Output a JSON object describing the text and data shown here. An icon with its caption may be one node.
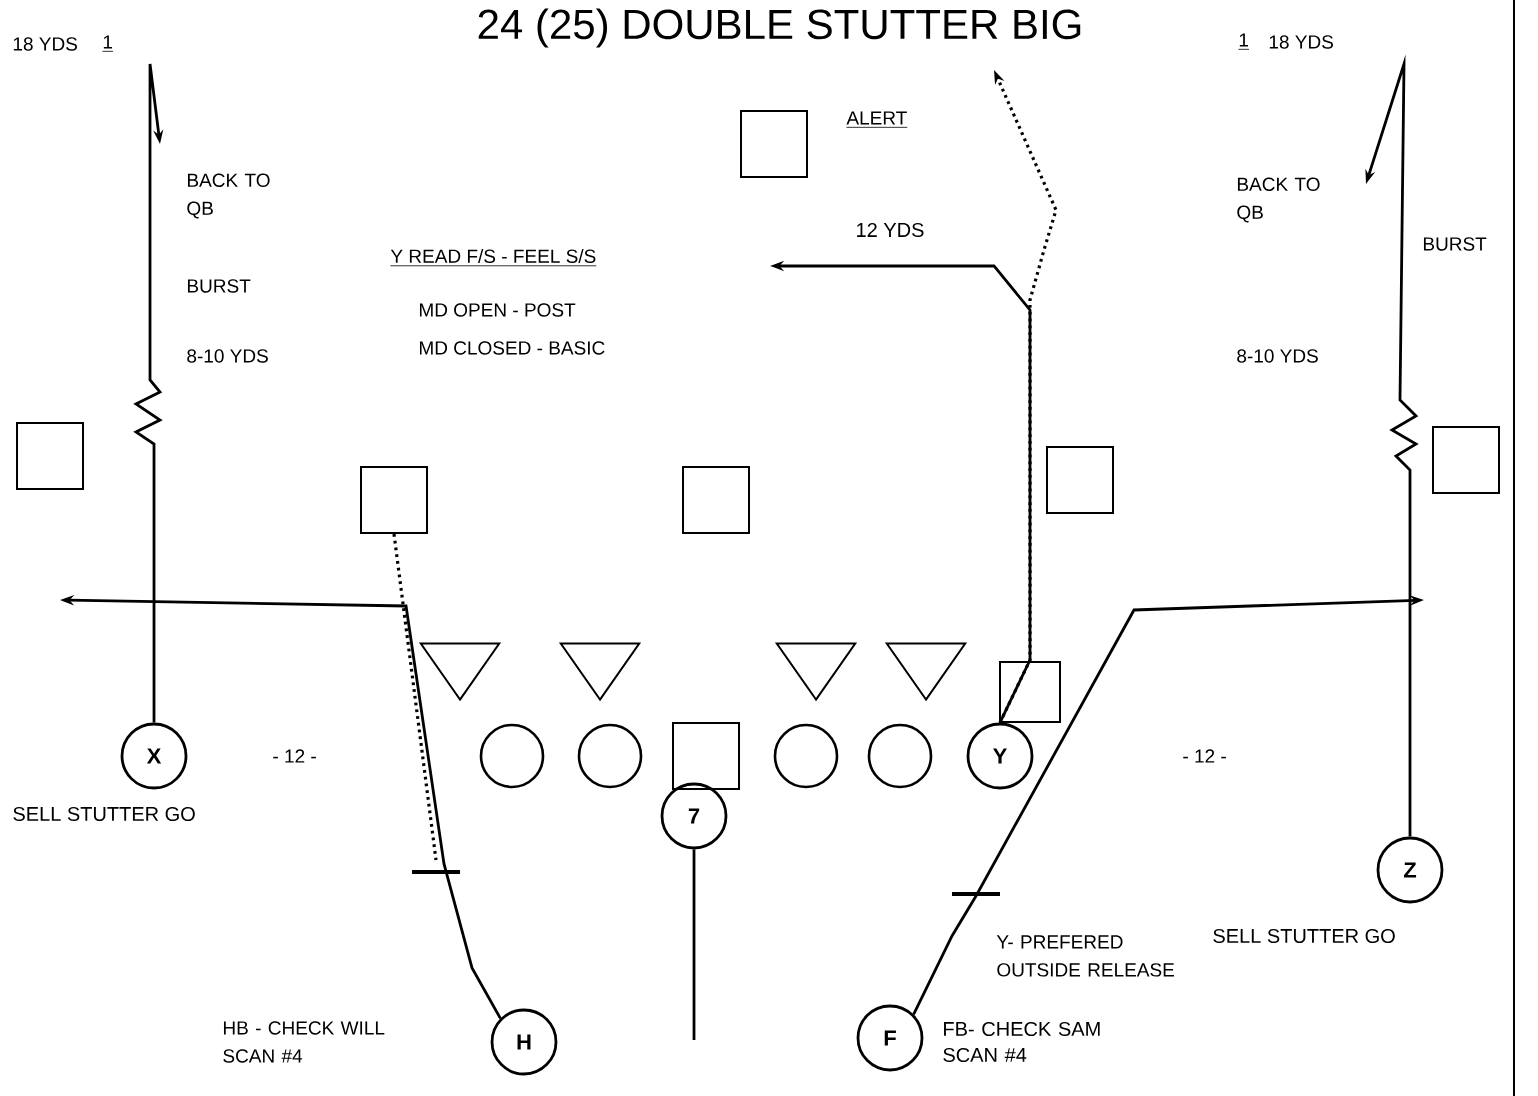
{
  "diagram": {
    "title": "24 (25) DOUBLE STUTTER BIG",
    "nodes": [
      {
        "text": [
          "X"
        ],
        "beside": [
          "SELL STUTTER GO"
        ]
      },
      {
        "text": [
          "H"
        ]
      },
      {
        "text": [
          "7"
        ]
      },
      {
        "text": [
          "F"
        ],
        "beside": [
          "FB- CHECK SAM SCAN #4"
        ]
      },
      {
        "text": [
          "Y"
        ]
      },
      {
        "text": [
          "Z"
        ],
        "beside": [
          "SELL STUTTER GO"
        ]
      },
      {
        "text": [],
        "shape": "circle"
      },
      {
        "text": [],
        "shape": "circle"
      },
      {
        "text": [],
        "shape": "box"
      },
      {
        "text": [],
        "shape": "circle"
      },
      {
        "text": [],
        "shape": "circle"
      },
      {
        "text": [],
        "shape": "triangle"
      },
      {
        "text": [],
        "shape": "triangle"
      },
      {
        "text": [],
        "shape": "triangle"
      },
      {
        "text": [],
        "shape": "triangle"
      },
      {
        "text": [],
        "shape": "box"
      },
      {
        "text": [],
        "shape": "box"
      },
      {
        "text": [],
        "shape": "box"
      },
      {
        "text": [],
        "shape": "box"
      },
      {
        "text": [],
        "shape": "box"
      },
      {
        "text": [],
        "shape": "box"
      },
      {
        "text": [],
        "shape": "box"
      }
    ],
    "edges": [
      {
        "from": 0,
        "to": null,
        "arrow": "to"
      },
      {
        "from": 1,
        "to": null,
        "arrow": "to"
      },
      {
        "from": 4,
        "to": null,
        "arrow": "to",
        "label": "12 YDS"
      },
      {
        "from": 4,
        "to": null,
        "arrow": "to",
        "style": "dashed"
      },
      {
        "from": 3,
        "to": null,
        "arrow": "to"
      },
      {
        "from": 5,
        "to": null,
        "arrow": "to"
      },
      {
        "from": 2,
        "to": null,
        "arrow": "none"
      },
      {
        "from": 16,
        "to": null,
        "arrow": "none",
        "style": "dashed"
      }
    ],
    "labels": [
      "18 YDS",
      "1",
      "BACK TO QB",
      "BURST",
      "8-10 YDS",
      "Y READ F/S - FEEL S/S",
      "MD OPEN - POST",
      "MD CLOSED - BASIC",
      "ALERT",
      "1",
      "18 YDS",
      "BACK TO QB",
      "BURST",
      "8-10 YDS",
      "- 12 -",
      "- 12 -",
      "Y- PREFERED OUTSIDE RELEASE",
      "HB - CHECK WILL SCAN #4"
    ]
  }
}
